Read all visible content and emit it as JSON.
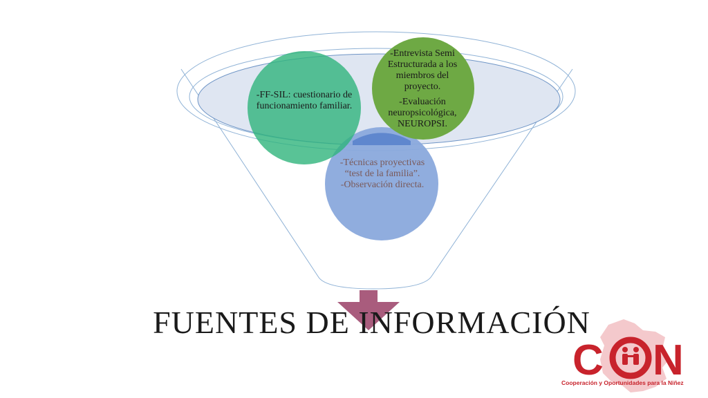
{
  "diagram": {
    "title": "FUENTES DE INFORMACIÓN",
    "circles": [
      {
        "id": "ffsil",
        "lines": [
          "-FF-SIL: cuestionario de funcionamiento familiar."
        ],
        "color": "#2bb37a"
      },
      {
        "id": "entrevista",
        "lines": [
          "-Entrevista Semi Estructurada a los miembros del proyecto.",
          "-Evaluación neuropsicológica, NEUROPSI."
        ],
        "color": "#6aa83c"
      },
      {
        "id": "tecnicas",
        "lines": [
          "-Técnicas proyectivas “test de la familia”.",
          "-Observación directa."
        ],
        "color": "#7b9fd8"
      }
    ],
    "arrow_color": "#a95c7d"
  },
  "logo": {
    "wordmark_left": "C",
    "wordmark_right": "N",
    "tagline": "Cooperación y Oportunidades para la Niñez",
    "brand_color": "#c8232c"
  }
}
